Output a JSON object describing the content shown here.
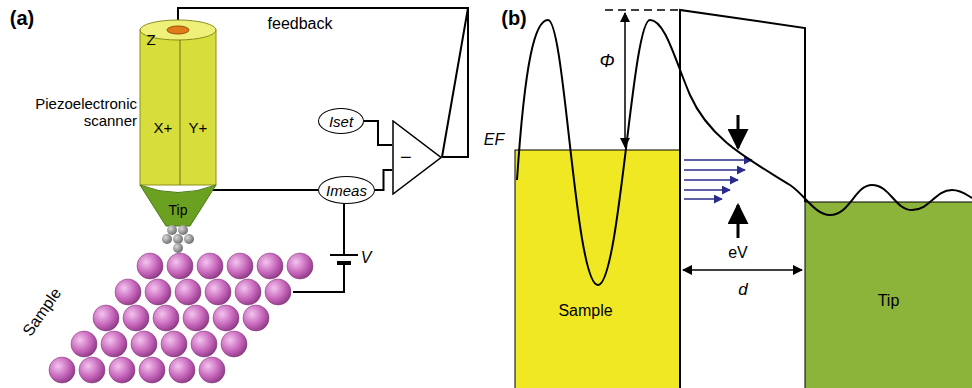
{
  "diagram": {
    "nodes": [
      {
        "text": [
          "Iset"
        ]
      },
      {
        "text": [
          "Imeas"
        ]
      },
      {
        "text": [
          "−"
        ]
      },
      {
        "text": [
          "Sample"
        ]
      },
      {
        "text": [
          "Tip"
        ]
      }
    ],
    "edges": [
      {
        "from": 0,
        "to": 2,
        "arrow": "none"
      },
      {
        "from": 1,
        "to": 2,
        "arrow": "none"
      }
    ],
    "labels": [
      "(a)",
      "feedback",
      "Z",
      "Piezoelectronic scanner",
      "X+",
      "Y+",
      "Tip",
      "V",
      "Sample",
      "(b)",
      "Φ",
      "EF",
      "eV",
      "d"
    ]
  }
}
